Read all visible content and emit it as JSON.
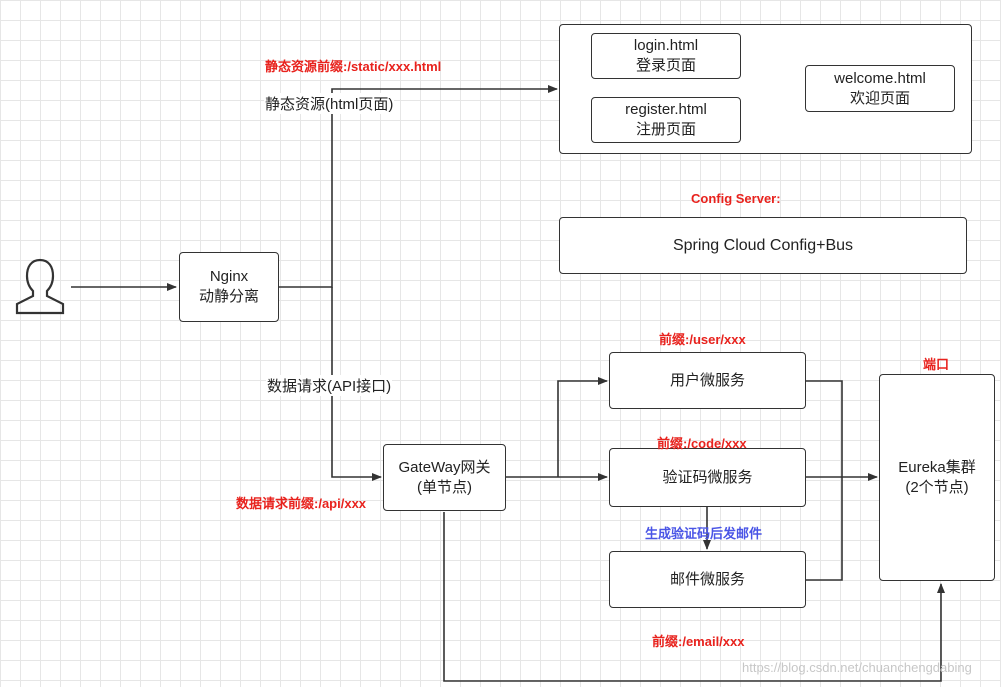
{
  "nodes": {
    "nginx": {
      "line1": "Nginx",
      "line2": "动静分离"
    },
    "login": {
      "line1": "login.html",
      "line2": "登录页面"
    },
    "register": {
      "line1": "register.html",
      "line2": "注册页面"
    },
    "welcome": {
      "line1": "welcome.html",
      "line2": "欢迎页面"
    },
    "config": {
      "line1": "Spring Cloud Config+Bus"
    },
    "gateway": {
      "line1": "GateWay网关",
      "line2": "(单节点)"
    },
    "user": {
      "line1": "用户微服务"
    },
    "code": {
      "line1": "验证码微服务"
    },
    "email": {
      "line1": "邮件微服务"
    },
    "eureka": {
      "line1": "Eureka集群",
      "line2": "(2个节点)"
    }
  },
  "labels": {
    "static_prefix": "静态资源前缀:/static/xxx.html",
    "static_resource": "静态资源(html页面)",
    "config_server": "Config Server:",
    "user_prefix": "前缀:/user/xxx",
    "port": "端口",
    "data_request": "数据请求(API接口)",
    "code_prefix": "前缀:/code/xxx",
    "api_prefix": "数据请求前缀:/api/xxx",
    "gen_code_email": "生成验证码后发邮件",
    "email_prefix": "前缀:/email/xxx",
    "watermark": "https://blog.csdn.net/chuanchengdabing"
  },
  "colors": {
    "annotation_red": "#e8221d",
    "annotation_blue": "#4a55e6",
    "stroke": "#333333"
  },
  "icons": {
    "user": "user-silhouette-icon"
  }
}
